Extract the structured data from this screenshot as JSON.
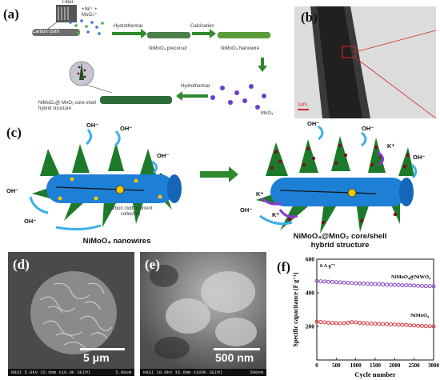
{
  "panel_labels": {
    "a": "(a)",
    "b": "(b)",
    "c": "(c)",
    "d": "(d)",
    "e": "(e)",
    "f": "(f)"
  },
  "panel_a": {
    "fiber_label": "Fiber",
    "carbon_cloth": "Carbon cloth",
    "ions": "+Ni²⁺ + MoO₄²⁻",
    "hydrothermal_1": "Hydrothermal",
    "calcination": "Calcination",
    "precursor": "NiMoO₄ precursor",
    "nanowire": "NiMoO₄ Nanowire",
    "hydrothermal_2": "Hydrothermal",
    "mno4": "MnO₄⁻",
    "core_shell": "NiMoO₄@ MnO₂ core-shell hybrid structure"
  },
  "panel_b": {
    "scale": "1μm"
  },
  "panel_c": {
    "oh": "OH⁻",
    "k": "K⁺",
    "current_collector": "carbon cloth (current collector)",
    "left_title": "NiMoO₄ nanowires",
    "right_title_1": "NiMoO₄@MnO₂ core/shell",
    "right_title_2": "hybrid structure"
  },
  "panel_d": {
    "scale": "5 μm",
    "footer": "KBSI 5.0kV 15.6mm x10.0k SE(M)",
    "footer_right": "5.00um"
  },
  "panel_e": {
    "scale": "500 nm",
    "footer": "KBSI 10.0kV 15.6mm x100k SE(M)",
    "footer_right": "500nm"
  },
  "chart_data": {
    "type": "scatter",
    "xlabel": "Cycle number",
    "ylabel": "Specific capacitance (F g⁻¹)",
    "xlim": [
      0,
      3000
    ],
    "ylim": [
      0,
      600
    ],
    "xticks": [
      0,
      500,
      1000,
      1500,
      2000,
      2500,
      3000
    ],
    "yticks": [
      200,
      400,
      600
    ],
    "annotation": "6 A g⁻¹",
    "series": [
      {
        "name": "NiMoO₄@NiWO₄",
        "color": "#7a2fbf",
        "x": [
          0,
          100,
          200,
          300,
          400,
          500,
          600,
          700,
          800,
          900,
          1000,
          1100,
          1200,
          1300,
          1400,
          1500,
          1600,
          1700,
          1800,
          1900,
          2000,
          2100,
          2200,
          2300,
          2400,
          2500,
          2600,
          2700,
          2800,
          2900,
          3000
        ],
        "y": [
          470,
          468,
          467,
          466,
          465,
          463,
          462,
          461,
          460,
          458,
          457,
          456,
          455,
          454,
          453,
          452,
          451,
          450,
          449,
          448,
          447,
          446,
          445,
          445,
          444,
          443,
          442,
          441,
          440,
          440,
          439
        ]
      },
      {
        "name": "NiMoO₄",
        "color": "#d8202a",
        "x": [
          0,
          100,
          200,
          300,
          400,
          500,
          600,
          700,
          800,
          900,
          1000,
          1100,
          1200,
          1300,
          1400,
          1500,
          1600,
          1700,
          1800,
          1900,
          2000,
          2100,
          2200,
          2300,
          2400,
          2500,
          2600,
          2700,
          2800,
          2900,
          3000
        ],
        "y": [
          228,
          226,
          224,
          222,
          220,
          219,
          218,
          219,
          222,
          225,
          224,
          221,
          219,
          218,
          217,
          216,
          215,
          214,
          213,
          212,
          211,
          210,
          209,
          208,
          206,
          205,
          204,
          203,
          202,
          201,
          200
        ]
      }
    ]
  }
}
